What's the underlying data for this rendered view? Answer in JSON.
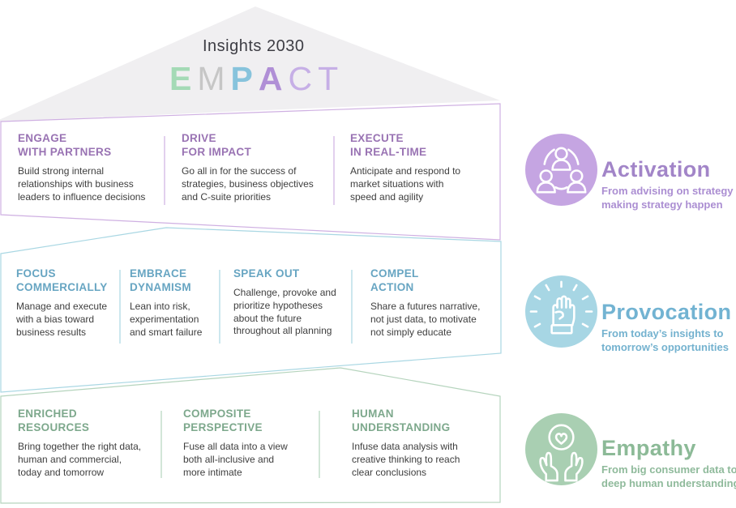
{
  "roof": {
    "title": "Insights 2030",
    "acronym": [
      {
        "ch": "E"
      },
      {
        "ch": "M"
      },
      {
        "ch": "P"
      },
      {
        "ch": "A"
      },
      {
        "ch": "C"
      },
      {
        "ch": "T"
      }
    ],
    "acronym_colors": {
      "E": "#a4dab6",
      "M": "#c6c6c6",
      "P": "#87c3dc",
      "A": "#b08fd6",
      "C": "#c6afe6",
      "T": "#c6afe6"
    },
    "triangle_color": "#f0eff1"
  },
  "bands": [
    {
      "id": "activation-band",
      "accent": "#9973b3",
      "border": "#cfb0e2",
      "columns": [
        {
          "heading": "ENGAGE\nWITH PARTNERS",
          "body": "Build strong internal\nrelationships with business\nleaders to influence decisions"
        },
        {
          "heading": "DRIVE\nFOR IMPACT",
          "body": "Go all in for the success of\nstrategies, business objectives\nand C-suite priorities"
        },
        {
          "heading": "EXECUTE\nIN REAL-TIME",
          "body": "Anticipate and respond to\nmarket situations with\nspeed and agility"
        }
      ]
    },
    {
      "id": "provocation-band",
      "accent": "#67a5c2",
      "border": "#a9d7e3",
      "columns": [
        {
          "heading": "FOCUS\nCOMMERCIALLY",
          "body": "Manage and execute\nwith a bias toward\nbusiness results"
        },
        {
          "heading": "EMBRACE\nDYNAMISM",
          "body": "Lean into risk,\nexperimentation\nand smart failure"
        },
        {
          "heading": "SPEAK OUT",
          "body": "Challenge, provoke and\nprioritize hypotheses\nabout the future\nthroughout all planning"
        },
        {
          "heading": "COMPEL\nACTION",
          "body": "Share a futures narrative,\nnot just data, to motivate\nnot simply educate"
        }
      ]
    },
    {
      "id": "empathy-band",
      "accent": "#7da88c",
      "border": "#b5d4bd",
      "columns": [
        {
          "heading": "ENRICHED\nRESOURCES",
          "body": "Bring together the right data,\nhuman and commercial,\ntoday and tomorrow"
        },
        {
          "heading": "COMPOSITE\nPERSPECTIVE",
          "body": "Fuse all data into a view\nboth all-inclusive and\nmore intimate"
        },
        {
          "heading": "HUMAN\nUNDERSTANDING",
          "body": "Infuse data analysis with\ncreative thinking to reach\nclear conclusions"
        }
      ]
    }
  ],
  "legend": [
    {
      "title": "Activation",
      "caption": "From advising on strategy to\nmaking strategy happen",
      "icon": "people-network-icon",
      "circle_color": "#c5a5e2",
      "title_color": "#a285c8"
    },
    {
      "title": "Provocation",
      "caption": "From today’s insights to\ntomorrow’s opportunities",
      "icon": "raised-fist-icon",
      "circle_color": "#a7d6e4",
      "title_color": "#72b3d2"
    },
    {
      "title": "Empathy",
      "caption": "From big consumer data to\ndeep human understanding",
      "icon": "hands-heart-icon",
      "circle_color": "#a9cfb2",
      "title_color": "#8cba97"
    }
  ]
}
